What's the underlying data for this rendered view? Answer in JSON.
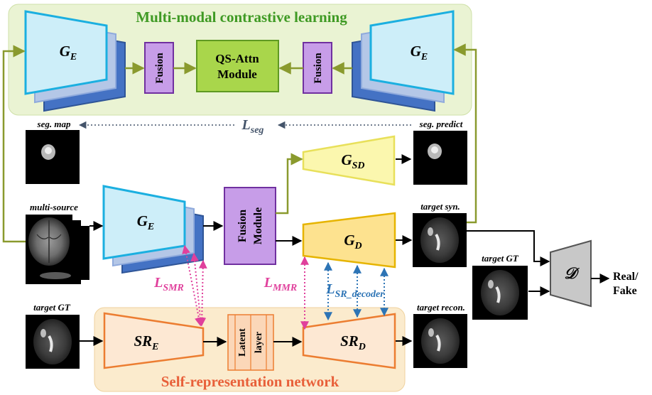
{
  "panels": {
    "top_title": "Multi-modal contrastive learning",
    "bottom_title": "Self-representation network"
  },
  "blocks": {
    "ge": "G",
    "ge_sub": "E",
    "fusion": "Fusion",
    "qs_attn_line1": "QS-Attn",
    "qs_attn_line2": "Module",
    "fusion_module_line1": "Fusion",
    "fusion_module_line2": "Module",
    "gsd": "G",
    "gsd_sub": "SD",
    "gd": "G",
    "gd_sub": "D",
    "sre": "SR",
    "sre_sub": "E",
    "srd": "SR",
    "srd_sub": "D",
    "latent_line1": "Latent",
    "latent_line2": "layer",
    "discriminator": "𝒟"
  },
  "losses": {
    "seg": "L",
    "seg_sub": "seg",
    "smr": "L",
    "smr_sub": "SMR",
    "mmr": "L",
    "mmr_sub": "MMR",
    "sr_decoder": "L",
    "sr_decoder_sub": "SR_decoder"
  },
  "image_labels": {
    "seg_map": "seg. map",
    "seg_predict": "seg. predict",
    "multi_source": "multi-source",
    "target_syn": "target syn.",
    "target_gt_right": "target GT",
    "target_gt_left": "target GT",
    "target_recon": "target recon."
  },
  "output": {
    "line1": "Real/",
    "line2": "Fake"
  },
  "colors": {
    "top_panel_fill": "#eaf3d3",
    "top_title": "#3f9a24",
    "bottom_panel_fill": "#fbebcd",
    "bottom_title": "#e8603a",
    "encoder_fill": "#cdeef9",
    "encoder_stroke": "#1bafe0",
    "fusion_fill": "#c79de8",
    "fusion_stroke": "#7030a0",
    "qs_fill": "#a9d64b",
    "qs_stroke": "#5f9922",
    "gsd_fill": "#fbf7ae",
    "gd_fill": "#fde28f",
    "sr_fill": "#fde8d3",
    "sr_stroke": "#ec7d31",
    "loss_pink": "#e0409c",
    "loss_blue": "#2d74b5",
    "loss_gray": "#44546a",
    "olive": "#8a9a2e"
  }
}
